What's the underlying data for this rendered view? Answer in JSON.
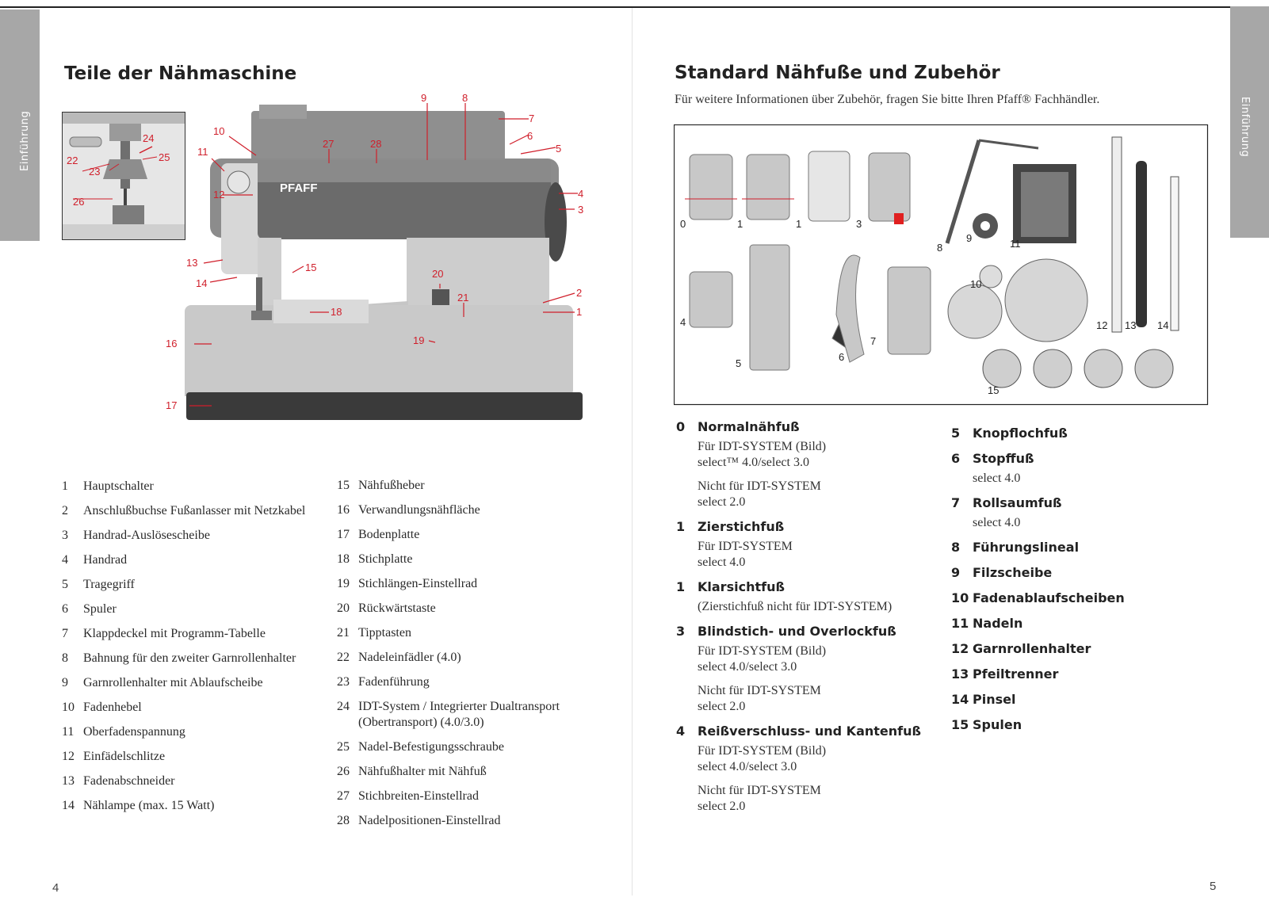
{
  "left_page": {
    "side_tab": "Einführung",
    "title": "Teile der Nähmaschine",
    "brand": "PFAFF",
    "page_number": "4",
    "inset_callouts": [
      "22",
      "23",
      "24",
      "25",
      "26"
    ],
    "machine_callouts": [
      "1",
      "2",
      "3",
      "4",
      "5",
      "6",
      "7",
      "8",
      "9",
      "10",
      "11",
      "12",
      "13",
      "14",
      "15",
      "16",
      "17",
      "18",
      "19",
      "20",
      "21",
      "27",
      "28"
    ],
    "parts_col1": [
      {
        "num": "1",
        "label": "Hauptschalter"
      },
      {
        "num": "2",
        "label": "Anschlußbuchse Fußanlasser mit Netzkabel"
      },
      {
        "num": "3",
        "label": "Handrad-Auslösescheibe"
      },
      {
        "num": "4",
        "label": "Handrad"
      },
      {
        "num": "5",
        "label": "Tragegriff"
      },
      {
        "num": "6",
        "label": "Spuler"
      },
      {
        "num": "7",
        "label": "Klappdeckel mit Programm-Tabelle"
      },
      {
        "num": "8",
        "label": "Bahnung für den zweiter Garnrollenhalter"
      },
      {
        "num": "9",
        "label": "Garnrollenhalter mit Ablaufscheibe"
      },
      {
        "num": "10",
        "label": "Fadenhebel"
      },
      {
        "num": "11",
        "label": "Oberfadenspannung"
      },
      {
        "num": "12",
        "label": "Einfädelschlitze"
      },
      {
        "num": "13",
        "label": "Fadenabschneider"
      },
      {
        "num": "14",
        "label": "Nählampe (max. 15 Watt)"
      }
    ],
    "parts_col2": [
      {
        "num": "15",
        "label": "Nähfußheber"
      },
      {
        "num": "16",
        "label": "Verwandlungsnähfläche"
      },
      {
        "num": "17",
        "label": "Bodenplatte"
      },
      {
        "num": "18",
        "label": "Stichplatte"
      },
      {
        "num": "19",
        "label": "Stichlängen-Einstellrad"
      },
      {
        "num": "20",
        "label": "Rückwärtstaste"
      },
      {
        "num": "21",
        "label": "Tipptasten"
      },
      {
        "num": "22",
        "label": "Nadeleinfädler (4.0)"
      },
      {
        "num": "23",
        "label": "Fadenführung"
      },
      {
        "num": "24",
        "label": "IDT-System / Integrierter Dualtransport (Obertransport) (4.0/3.0)"
      },
      {
        "num": "25",
        "label": "Nadel-Befestigungsschraube"
      },
      {
        "num": "26",
        "label": "Nähfußhalter mit Nähfuß"
      },
      {
        "num": "27",
        "label": "Stichbreiten-Einstellrad"
      },
      {
        "num": "28",
        "label": "Nadelpositionen-Einstellrad"
      }
    ]
  },
  "right_page": {
    "side_tab": "Einführung",
    "title": "Standard Nähfuße und Zubehör",
    "subtitle": "Für weitere Informationen über Zubehör, fragen Sie bitte Ihren Pfaff® Fachhändler.",
    "page_number": "5",
    "figure_callouts": [
      "0",
      "1",
      "1",
      "3",
      "4",
      "5",
      "6",
      "7",
      "8",
      "9",
      "10",
      "11",
      "12",
      "13",
      "14",
      "15"
    ],
    "accessories_col1": [
      {
        "num": "0",
        "name": "Normalnähfuß",
        "lines": [
          "Für IDT-SYSTEM (Bild)\nselect™ 4.0/select 3.0",
          "Nicht für IDT-SYSTEM\nselect 2.0"
        ]
      },
      {
        "num": "1",
        "name": "Zierstichfuß",
        "lines": [
          "Für IDT-SYSTEM\nselect 4.0"
        ]
      },
      {
        "num": "1",
        "name": "Klarsichtfuß",
        "lines": [
          "(Zierstichfuß nicht für IDT-SYSTEM)"
        ]
      },
      {
        "num": "3",
        "name": "Blindstich- und Overlockfuß",
        "lines": [
          "Für IDT-SYSTEM (Bild)\nselect 4.0/select 3.0",
          "Nicht für IDT-SYSTEM\nselect 2.0"
        ]
      },
      {
        "num": "4",
        "name": "Reißverschluss- und Kantenfuß",
        "lines": [
          "Für IDT-SYSTEM (Bild)\nselect 4.0/select 3.0",
          "Nicht für IDT-SYSTEM\nselect 2.0"
        ]
      }
    ],
    "accessories_col2": [
      {
        "num": "5",
        "name": "Knopflochfuß",
        "lines": []
      },
      {
        "num": "6",
        "name": "Stopffuß",
        "lines": [
          "select 4.0"
        ]
      },
      {
        "num": "7",
        "name": "Rollsaumfuß",
        "lines": [
          "select 4.0"
        ]
      },
      {
        "num": "8",
        "name": "Führungslineal",
        "lines": []
      },
      {
        "num": "9",
        "name": "Filzscheibe",
        "lines": []
      },
      {
        "num": "10",
        "name": "Fadenablaufscheiben",
        "lines": []
      },
      {
        "num": "11",
        "name": "Nadeln",
        "lines": []
      },
      {
        "num": "12",
        "name": "Garnrollenhalter",
        "lines": []
      },
      {
        "num": "13",
        "name": "Pfeiltrenner",
        "lines": []
      },
      {
        "num": "14",
        "name": "Pinsel",
        "lines": []
      },
      {
        "num": "15",
        "name": "Spulen",
        "lines": []
      }
    ]
  }
}
